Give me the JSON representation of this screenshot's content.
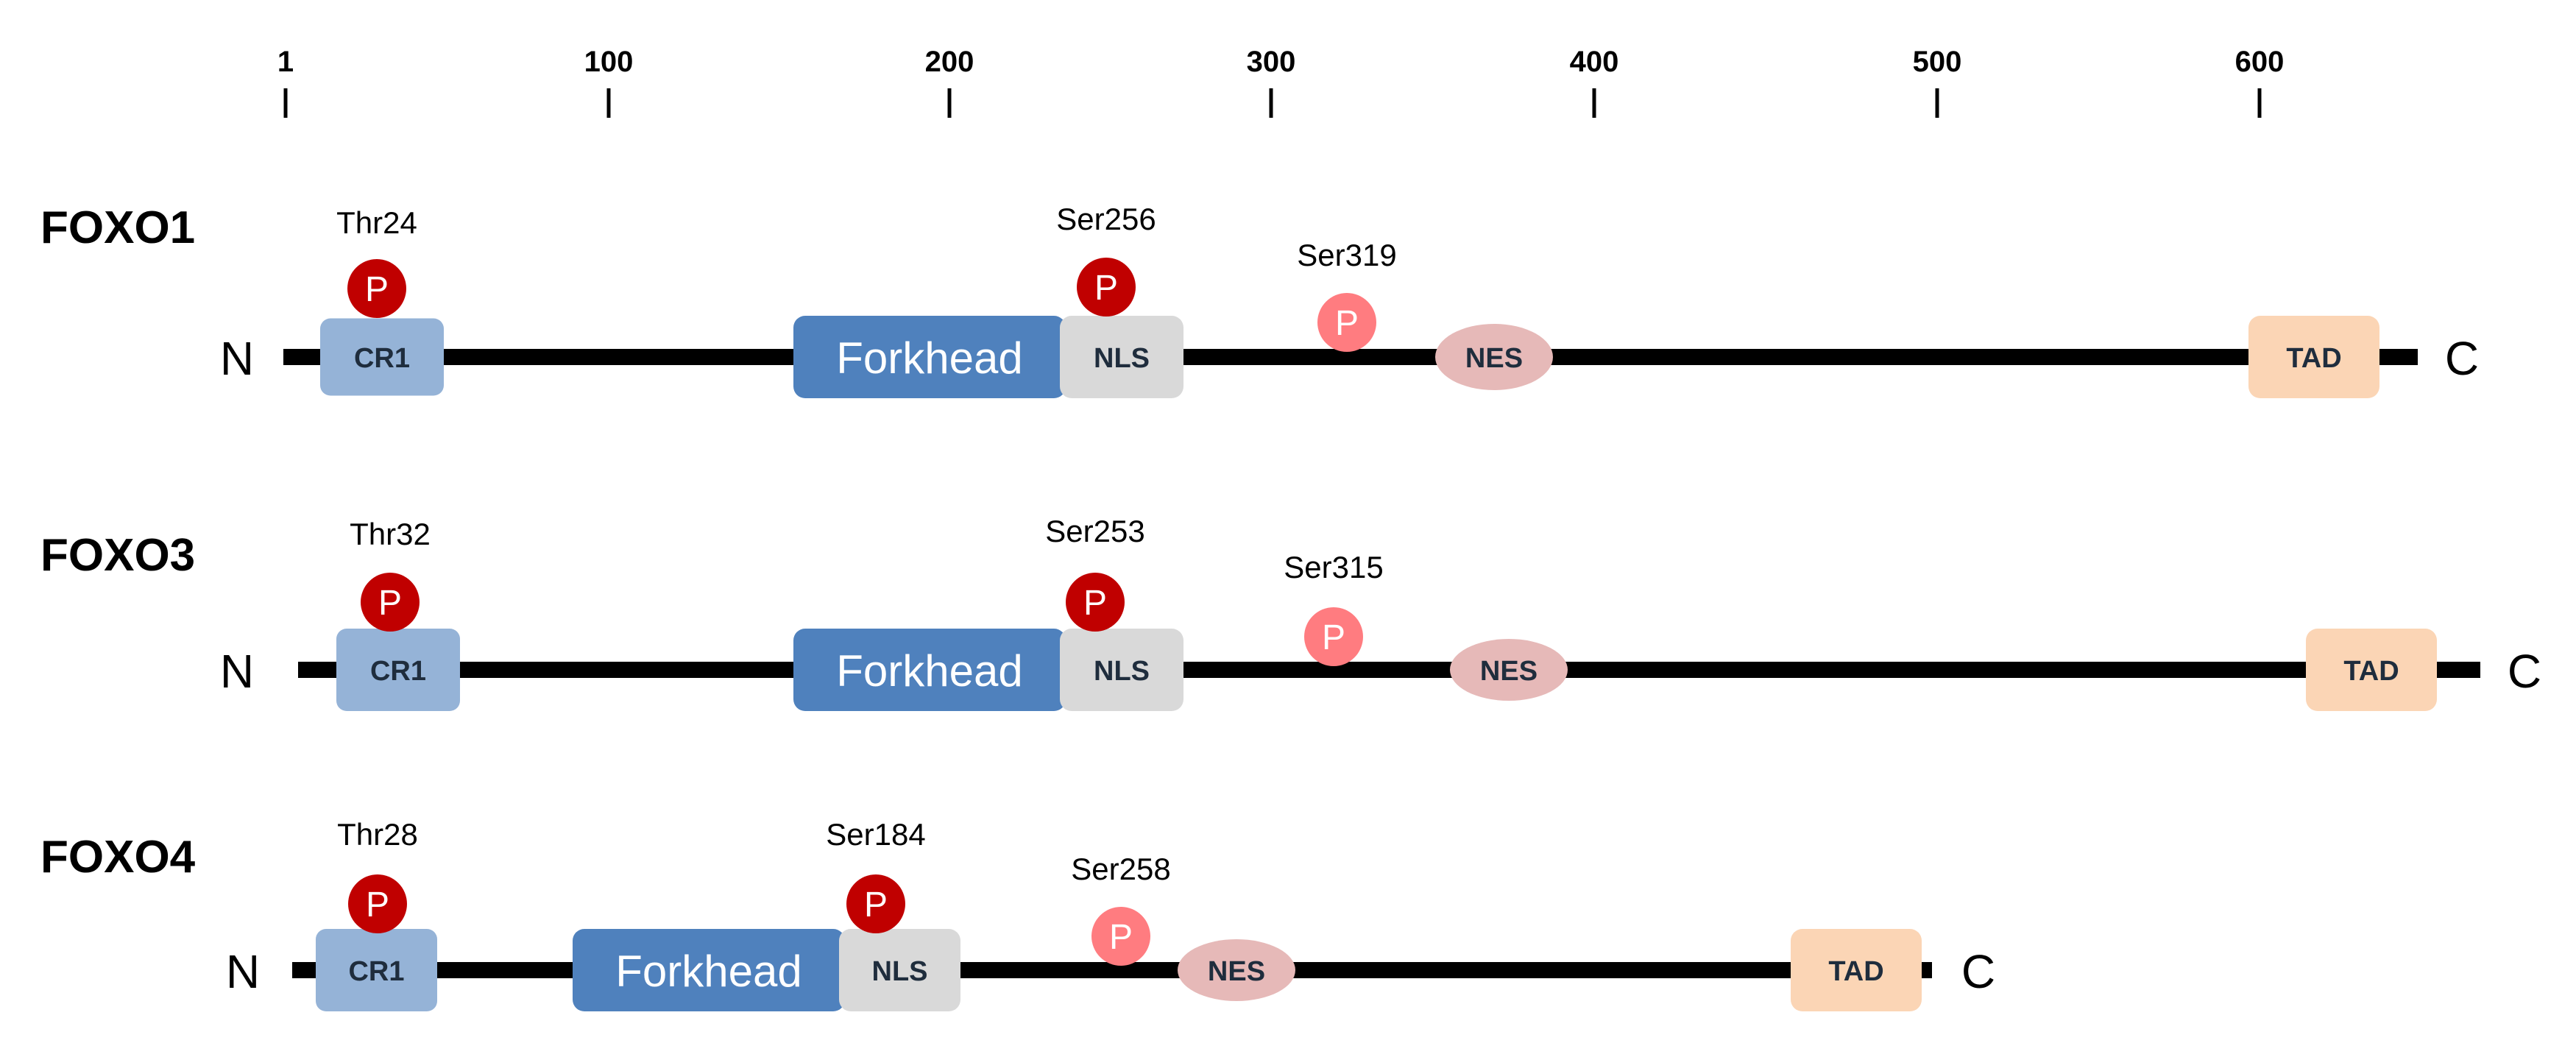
{
  "scale": {
    "ticks": [
      "1",
      "100",
      "200",
      "300",
      "400",
      "500",
      "600"
    ]
  },
  "labels": {
    "n_terminus": "N",
    "c_terminus": "C",
    "phospho": "P"
  },
  "colors": {
    "backbone": "#000000",
    "cr1": "#95b3d7",
    "forkhead": "#4f81bd",
    "nls": "#d9d9d9",
    "nes": "#e6b9b8",
    "tad": "#fbd5b5",
    "phospho_dark": "#c00000",
    "phospho_light": "#ff7c80",
    "forkhead_text": "#ffffff",
    "domain_text": "#1f2d3d"
  },
  "proteins": [
    {
      "name": "FOXO1",
      "domains": [
        {
          "type": "cr1",
          "label": "CR1"
        },
        {
          "type": "forkhead",
          "label": "Forkhead"
        },
        {
          "type": "nls",
          "label": "NLS"
        },
        {
          "type": "nes",
          "label": "NES"
        },
        {
          "type": "tad",
          "label": "TAD"
        }
      ],
      "sites": [
        {
          "label": "Thr24",
          "tone": "dark"
        },
        {
          "label": "Ser256",
          "tone": "dark"
        },
        {
          "label": "Ser319",
          "tone": "light"
        }
      ]
    },
    {
      "name": "FOXO3",
      "domains": [
        {
          "type": "cr1",
          "label": "CR1"
        },
        {
          "type": "forkhead",
          "label": "Forkhead"
        },
        {
          "type": "nls",
          "label": "NLS"
        },
        {
          "type": "nes",
          "label": "NES"
        },
        {
          "type": "tad",
          "label": "TAD"
        }
      ],
      "sites": [
        {
          "label": "Thr32",
          "tone": "dark"
        },
        {
          "label": "Ser253",
          "tone": "dark"
        },
        {
          "label": "Ser315",
          "tone": "light"
        }
      ]
    },
    {
      "name": "FOXO4",
      "domains": [
        {
          "type": "cr1",
          "label": "CR1"
        },
        {
          "type": "forkhead",
          "label": "Forkhead"
        },
        {
          "type": "nls",
          "label": "NLS"
        },
        {
          "type": "nes",
          "label": "NES"
        },
        {
          "type": "tad",
          "label": "TAD"
        }
      ],
      "sites": [
        {
          "label": "Thr28",
          "tone": "dark"
        },
        {
          "label": "Ser184",
          "tone": "dark"
        },
        {
          "label": "Ser258",
          "tone": "light"
        }
      ]
    }
  ]
}
